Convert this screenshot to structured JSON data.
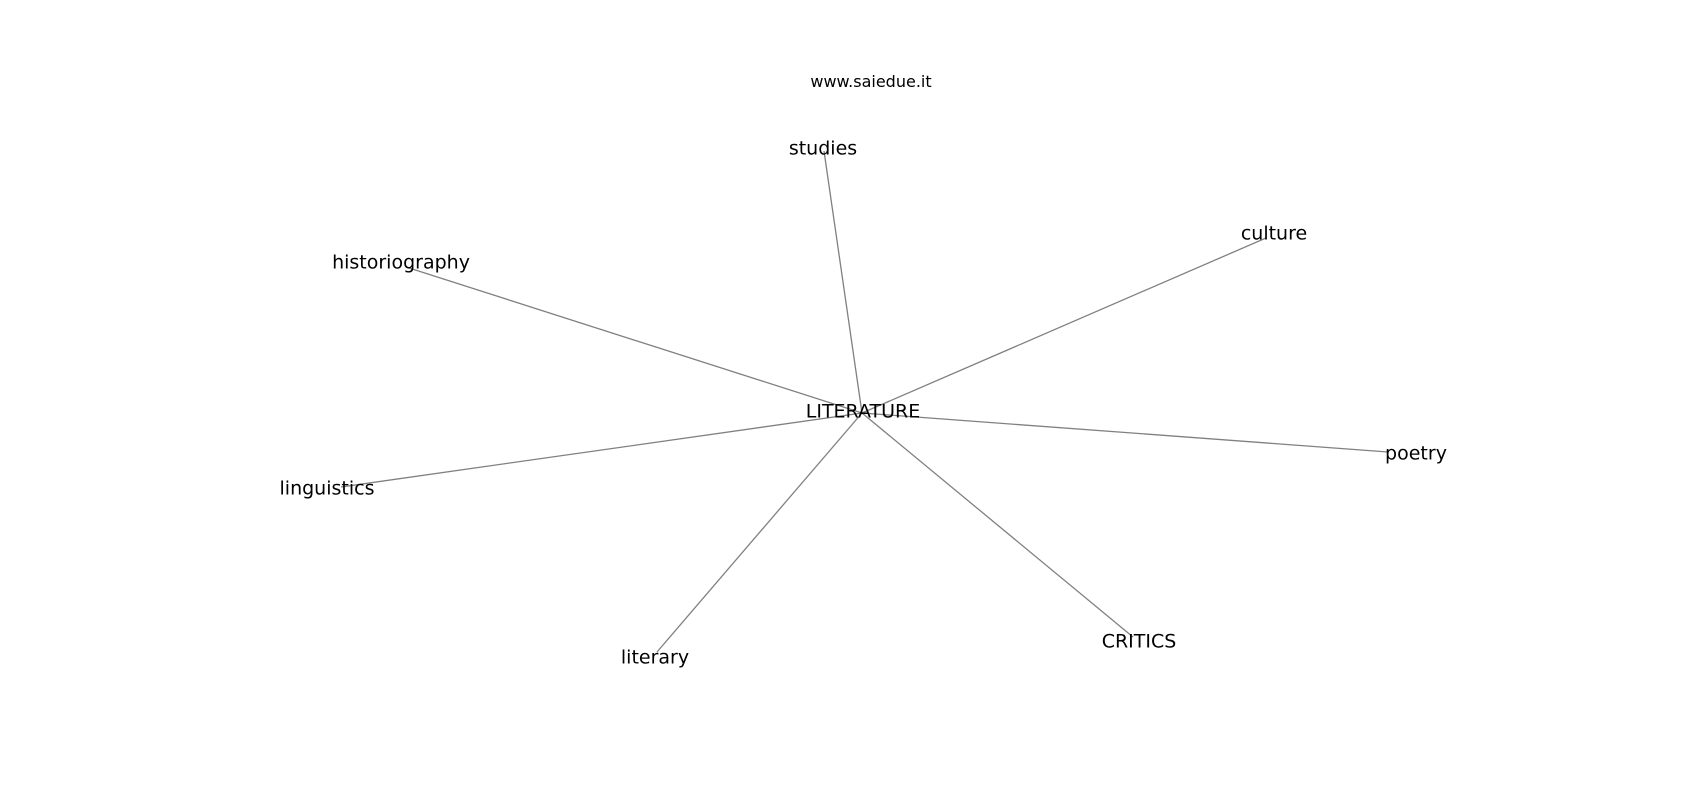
{
  "watermark": "www.saiedue.it",
  "graph": {
    "center": "LITERATURE",
    "nodes": [
      "studies",
      "culture",
      "historiography",
      "poetry",
      "linguistics",
      "CRITICS",
      "literary"
    ]
  },
  "colors": {
    "edge": "#808080",
    "text": "#000000",
    "background": "#ffffff"
  }
}
